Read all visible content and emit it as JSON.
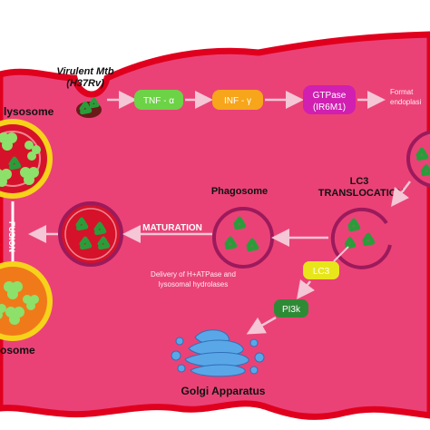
{
  "colors": {
    "background": "#ffffff",
    "cell_fill": "#ea4277",
    "cell_border": "#e0001e",
    "vesicle_ring": "#9c1a5c",
    "lysosome_core": "#d6122a",
    "lysosome_ring": "#f7d21a",
    "bacteria_green": "#2a9d3b",
    "tnf_box": "#6cd246",
    "inf_box": "#f7a51a",
    "gtpase_box": "#d01fb1",
    "lc3_box": "#e8e61a",
    "pi3k_box": "#2f8a36",
    "golgi": "#5aa7e8",
    "arrow": "#f4c6d6"
  },
  "labels": {
    "virulent_line1": "Virulent Mtb",
    "virulent_line2": "(H37Rv)",
    "tnf": "TNF - α",
    "inf": "INF - γ",
    "gtpase_line1": "GTPase",
    "gtpase_line2": "(IR6M1)",
    "formation_line1": "Format",
    "formation_line2": "endoplasi",
    "phagolysosome": "lysosome",
    "fusion": "FUSION",
    "lysosome": "osome",
    "lc3_line1": "LC3",
    "lc3_line2": "TRANSLOCATION",
    "phagosome": "Phagosome",
    "maturation": "MATURATION",
    "delivery_line1": "Delivery of H+ATPase and",
    "delivery_line2": "lysosomal hydrolases",
    "lc3_box": "LC3",
    "pi3k": "PI3k",
    "golgi": "Golgi Apparatus"
  }
}
